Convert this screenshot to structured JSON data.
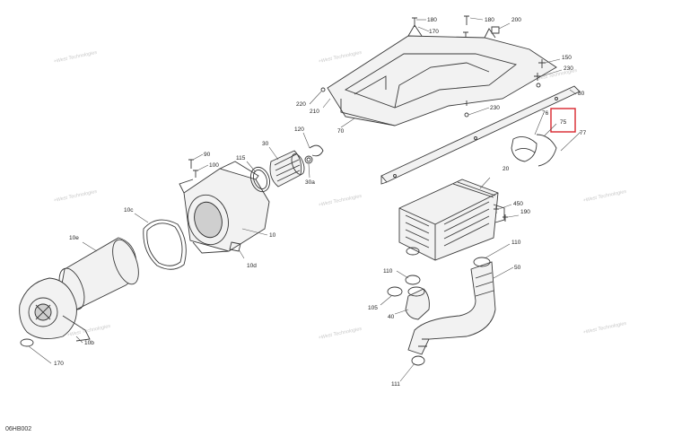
{
  "reference_code": "06HB002",
  "highlighted_callout": "75",
  "highlight_color": "#d9262e",
  "watermark_text": "+West Technologies",
  "callouts": [
    "180",
    "170",
    "180",
    "200",
    "150",
    "230",
    "80",
    "220",
    "210",
    "70",
    "230",
    "76",
    "75",
    "77",
    "120",
    "90",
    "100",
    "115",
    "30",
    "30a",
    "10c",
    "10",
    "20",
    "450",
    "190",
    "10d",
    "10e",
    "110",
    "110",
    "50",
    "105",
    "40",
    "10b",
    "111",
    "170"
  ]
}
